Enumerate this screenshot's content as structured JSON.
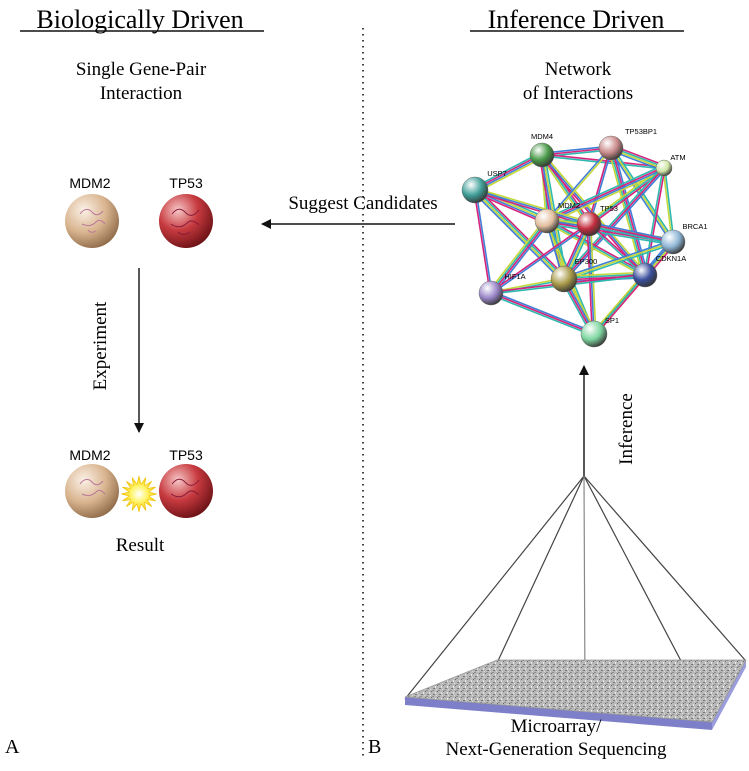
{
  "left_panel": {
    "heading": "Biologically Driven",
    "subtitle_line1": "Single Gene-Pair",
    "subtitle_line2": "Interaction",
    "gene1": "MDM2",
    "gene2": "TP53",
    "arrow_label": "Experiment",
    "result_gene1": "MDM2",
    "result_gene2": "TP53",
    "result_label": "Result",
    "panel_letter": "A"
  },
  "right_panel": {
    "heading": "Inference Driven",
    "subtitle_line1": "Network",
    "subtitle_line2": "of Interactions",
    "arrow_label": "Inference",
    "platform_label_line1": "Microarray/",
    "platform_label_line2": "Next-Generation Sequencing",
    "panel_letter": "B"
  },
  "link_label": "Suggest Candidates",
  "network": {
    "nodes": [
      {
        "id": "MDM4",
        "label": "MDM4",
        "color": "#4a9a4a"
      },
      {
        "id": "TP53BP1",
        "label": "TP53BP1",
        "color": "#c98a8a"
      },
      {
        "id": "ATM",
        "label": "ATM",
        "color": "#cfe8a6"
      },
      {
        "id": "USP7",
        "label": "USP7",
        "color": "#3f9f98"
      },
      {
        "id": "MDM2",
        "label": "MDM2",
        "color": "#e3c0a0"
      },
      {
        "id": "TP53",
        "label": "TP53",
        "color": "#c22d3d"
      },
      {
        "id": "BRCA1",
        "label": "BRCA1",
        "color": "#8fb6d6"
      },
      {
        "id": "CDKN1A",
        "label": "CDKN1A",
        "color": "#3a4f9c"
      },
      {
        "id": "EP300",
        "label": "EP300",
        "color": "#a89a48"
      },
      {
        "id": "HIF1A",
        "label": "HIF1A",
        "color": "#9a86c8"
      },
      {
        "id": "SP1",
        "label": "SP1",
        "color": "#7ed6a0"
      }
    ],
    "edge_colors": [
      "#d6237c",
      "#2fb7b0",
      "#c5d83a",
      "#3f7fd6"
    ]
  }
}
